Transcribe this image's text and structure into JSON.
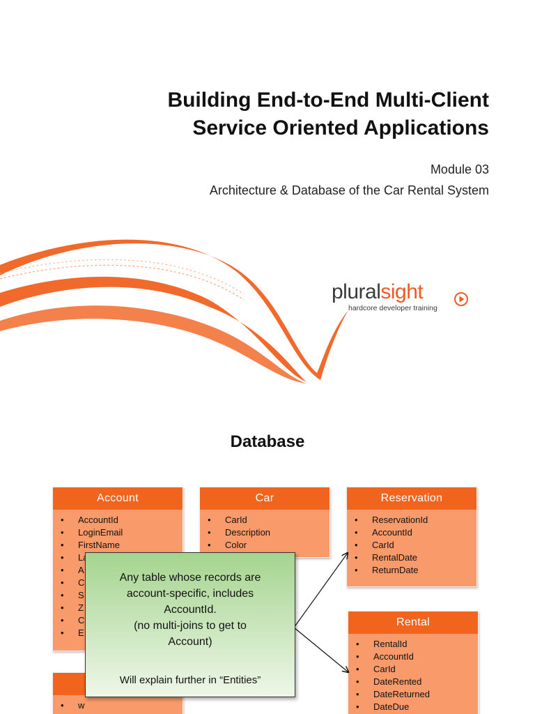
{
  "slide1": {
    "title_lines": [
      "Building End-to-End Multi-Client",
      "Service Oriented Applications"
    ],
    "module": "Module 03",
    "topic": "Architecture & Database of the Car Rental System",
    "logo": {
      "word_main": "plural",
      "word_accent": "sight",
      "tagline": "hardcore developer training",
      "icon": "play-icon"
    },
    "colors": {
      "brand_orange": "#f05a22",
      "swoosh": "#f26a2b"
    }
  },
  "slide2": {
    "title": "Database",
    "tables": [
      {
        "name": "Account",
        "fields": [
          "AccountId",
          "LoginEmail",
          "FirstName",
          "La",
          "A",
          "C",
          "S",
          "Z",
          "C",
          "E"
        ]
      },
      {
        "name": "Car",
        "fields": [
          "CarId",
          "Description",
          "Color"
        ]
      },
      {
        "name": "Reservation",
        "fields": [
          "ReservationId",
          "AccountId",
          "CarId",
          "RentalDate",
          "ReturnDate"
        ]
      },
      {
        "name": "Rental",
        "fields": [
          "RentalId",
          "AccountId",
          "CarId",
          "DateRented",
          "DateReturned",
          "DateDue"
        ]
      },
      {
        "name": "",
        "fields": [
          "w"
        ]
      }
    ],
    "callout": {
      "lines": [
        "Any table whose records are",
        "account-specific, includes",
        "AccountId.",
        "(no multi-joins to get to",
        "Account)"
      ],
      "footer": "Will explain further in “Entities”"
    },
    "colors": {
      "table_header": "#f0641e",
      "table_body": "#f89a6a",
      "callout_top": "#a5d48f",
      "callout_bottom": "#eef7e8"
    }
  }
}
